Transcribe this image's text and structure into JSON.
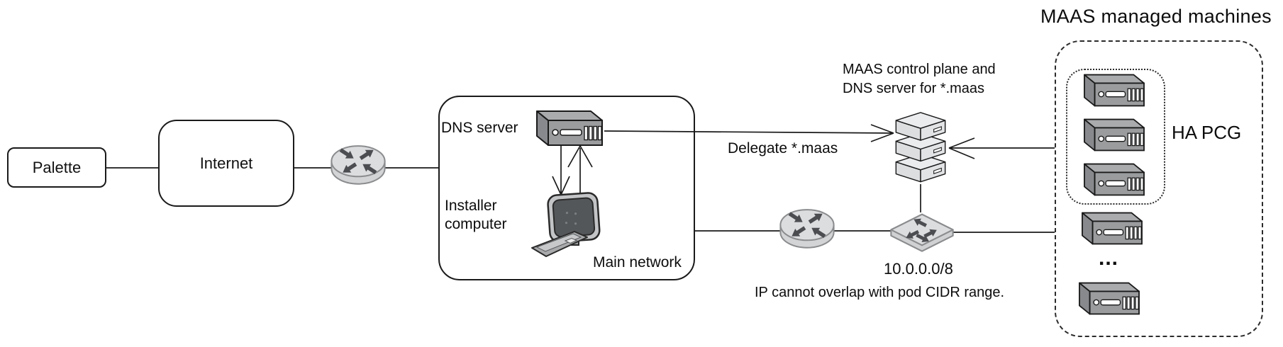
{
  "nodes": {
    "palette": {
      "label": "Palette"
    },
    "internet": {
      "label": "Internet"
    },
    "main_network": {
      "label": "Main network",
      "dns_server_label": "DNS server",
      "installer_label": "Installer computer"
    },
    "control_plane": {
      "caption_line1": "MAAS control plane and",
      "caption_line2": "DNS server for *.maas"
    },
    "pod_network": {
      "cidr": "10.0.0.0/8",
      "note": "IP cannot overlap with pod CIDR range."
    },
    "maas_group": {
      "title": "MAAS managed machines",
      "ha_pcg_label": "HA PCG",
      "ellipsis": "..."
    }
  },
  "edges": {
    "delegate_label": "Delegate *.maas"
  },
  "icons": {
    "router": "router-icon",
    "switch": "switch-icon",
    "server_stack": "server-stack-icon",
    "rack_server": "rack-server-icon",
    "desktop_computer": "desktop-computer-icon"
  },
  "colors": {
    "background": "#ffffff",
    "line": "#1a1a1a",
    "box_border": "#1a1a1a",
    "router_fill": "#dbdddf",
    "router_outline": "#8a8c8e",
    "arrow_dark": "#4b4d51",
    "rack_front": "#9a9c9e",
    "rack_top": "#a9abad",
    "rack_side": "#87898c",
    "stack_fill": "#e1e3e5",
    "screen_dark": "#54575a"
  }
}
